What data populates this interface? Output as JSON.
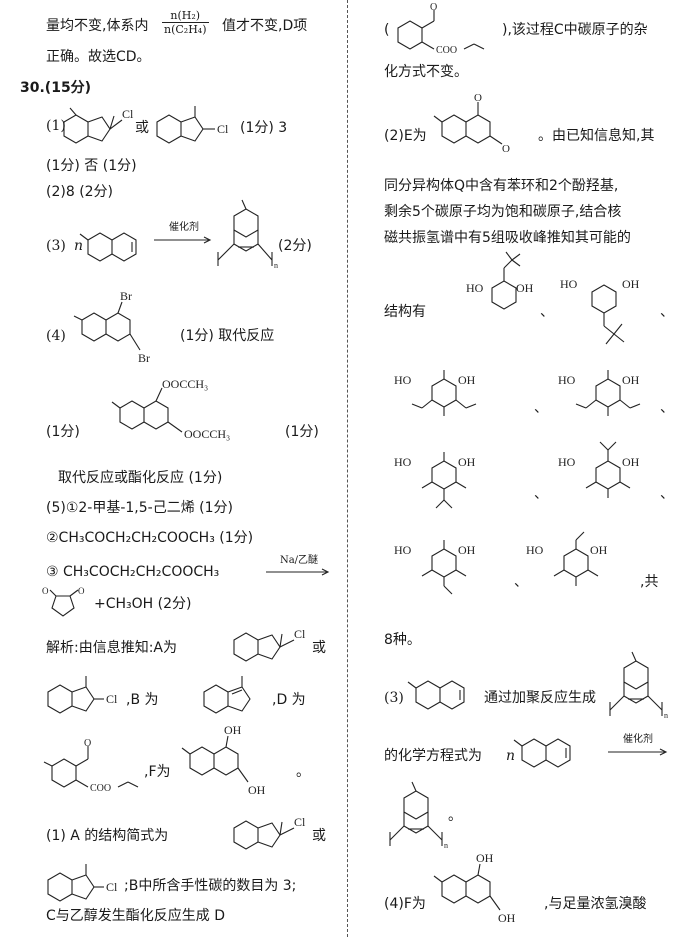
{
  "left": {
    "l1_a": "量均不变,体系内",
    "frac1_num": "n(H₂)",
    "frac1_den": "n(C₂H₄)",
    "l1_b": "值才不变,D项",
    "l2": "正确。故选CD。",
    "q30": "30.(15分)",
    "a1_label": "(1)",
    "a1_or": "或",
    "a1_score": "(1分)  3",
    "a1_line2": "(1分)  否  (1分)",
    "a2": "(2)8  (2分)",
    "a3_label": "(3)",
    "a3_n": "n",
    "a3_catalyst": "催化剂",
    "a3_score": "(2分)",
    "a4_label": "(4)",
    "a4_score": "(1分)  取代反应",
    "a4b_label": "(1分)",
    "a4b_score": "(1分)",
    "a4_type": "取代反应或酯化反应  (1分)",
    "a5_1": "(5)①2-甲基-1,5-己二烯  (1分)",
    "a5_2": "②CH₃COCH₂CH₂COOCH₃  (1分)",
    "a5_3": "③  CH₃COCH₂CH₂COOCH₃",
    "a5_3_cond": "Na/乙醚",
    "a5_4": "+CH₃OH  (2分)",
    "ana1_a": "解析:由信息推知:A为",
    "ana1_b": "或",
    "ana2_a": ",B 为",
    "ana2_b": ",D 为",
    "ana3": ",F为",
    "ana3_end": "。",
    "ana4_a": "(1) A 的结构简式为",
    "ana4_b": "或",
    "ana5": ";B中所含手性碳的数目为 3;",
    "ana6": "C与乙醇发生酯化反应生成 D"
  },
  "right": {
    "r1_a": "(",
    "r1_b": "),该过程C中碳原子的杂",
    "r2": "化方式不变。",
    "r3_a": "(2)E为",
    "r3_b": "。由已知信息知,其",
    "r4": "同分异构体Q中含有苯环和2个酚羟基,",
    "r5": "剩余5个碳原子均为饱和碳原子,结合核",
    "r6": "磁共振氢谱中有5组吸收峰推知其可能的",
    "r7": "结构有",
    "sep": "、",
    "r_total_a": ",共",
    "r_total_b": "8种。",
    "r8_label": "(3)",
    "r8_text": "通过加聚反应生成",
    "r9": "的化学方程式为",
    "r9_n": "n",
    "r9_catalyst": "催化剂",
    "r10_end": "。",
    "r11_a": "(4)F为",
    "r11_b": ",与足量浓氢溴酸"
  },
  "labels": {
    "cl": "Cl",
    "br": "Br",
    "oh": "OH",
    "ho": "HO",
    "o": "O",
    "oocch3": "OOCCH₃",
    "coo": "COO",
    "n_sub": "n"
  }
}
